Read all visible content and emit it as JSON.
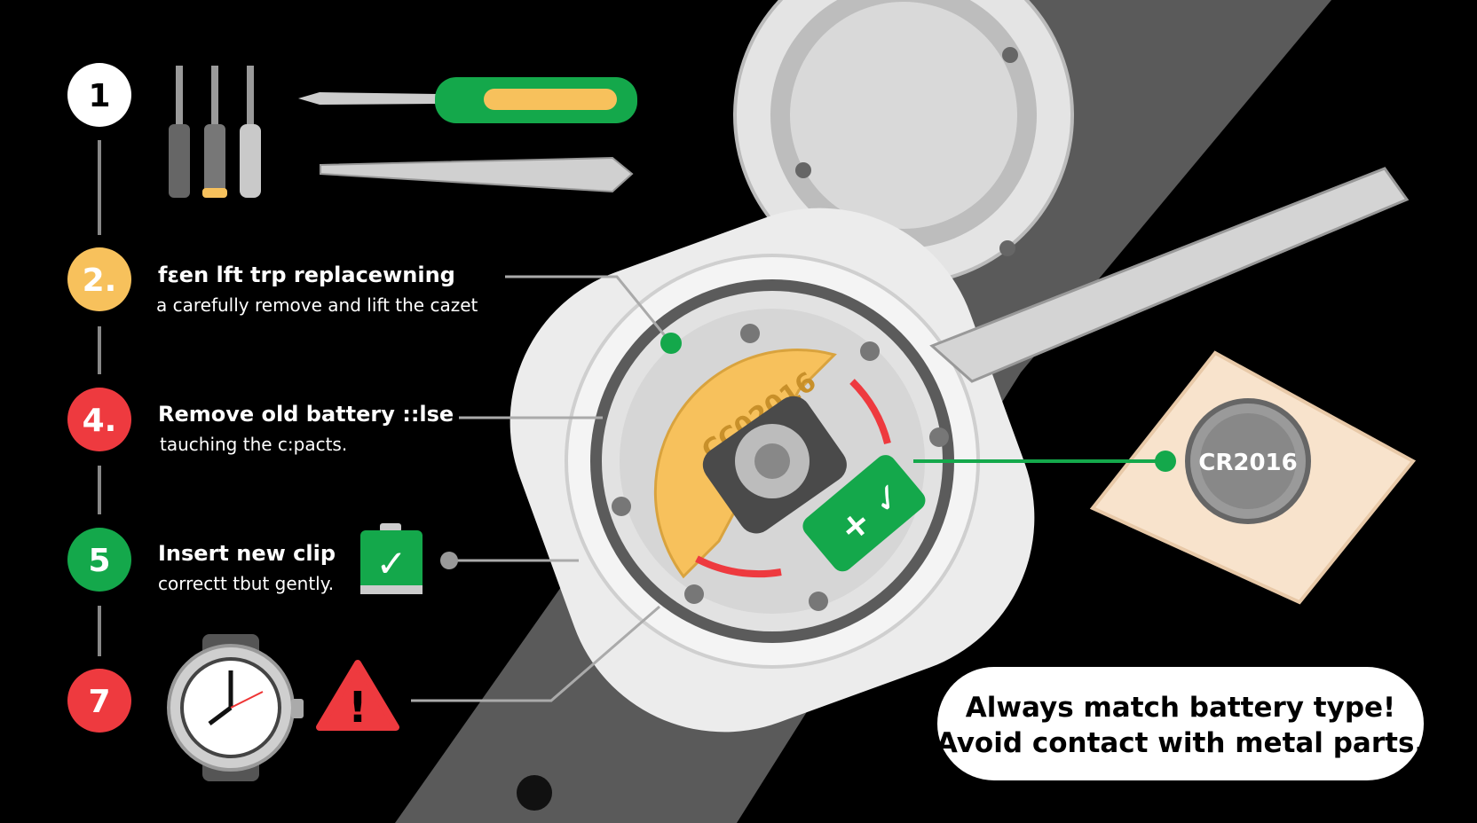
{
  "steps": [
    {
      "number": "1",
      "color": "#ffffff",
      "text_color": "#000000"
    },
    {
      "number": "2.",
      "color": "#f7c15c",
      "text_color": "#ffffff",
      "title": "fεen lft trp replacewning",
      "subtitle": "a carefully remove and lift the cazet"
    },
    {
      "number": "4.",
      "color": "#ee3a3f",
      "text_color": "#ffffff",
      "title": "Remove old battery ::lse",
      "subtitle": "tauching the c:pacts."
    },
    {
      "number": "5",
      "color": "#14a84b",
      "text_color": "#ffffff",
      "title": "Insert new clip",
      "subtitle": "correctt tbut gently."
    },
    {
      "number": "7",
      "color": "#ee3a3f",
      "text_color": "#ffffff"
    }
  ],
  "watch": {
    "plate_label": "CC02016"
  },
  "coin": {
    "label": "CR2016"
  },
  "warning": {
    "line1": "Always match battery type!",
    "line2": "Avoid contact with metal parts."
  },
  "colors": {
    "green": "#14a84b",
    "yellow": "#f7c15c",
    "red": "#ee3a3f",
    "strap": "#5a5a5a"
  },
  "icons": [
    "screwdriver-set-icon",
    "screwdriver-icon",
    "tweezers-icon",
    "battery-check-icon",
    "wristwatch-icon",
    "warning-icon"
  ]
}
